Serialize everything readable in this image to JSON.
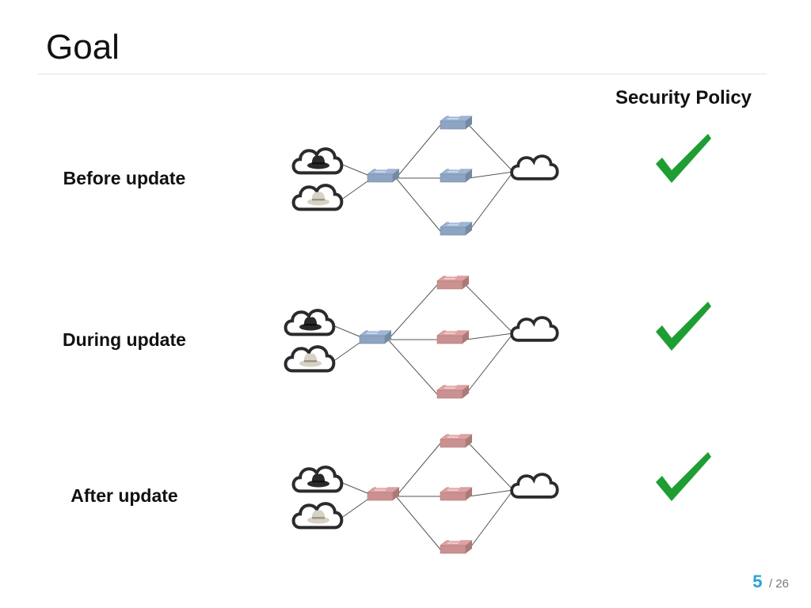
{
  "slide": {
    "title": "Goal",
    "policy_header": "Security Policy",
    "rows": [
      {
        "label": "Before update",
        "middle_state": "old",
        "leaf_state": "old",
        "policy_ok": true
      },
      {
        "label": "During update",
        "middle_state": "old",
        "leaf_state": "new",
        "policy_ok": true
      },
      {
        "label": "After update",
        "middle_state": "new",
        "leaf_state": "new",
        "policy_ok": true
      }
    ],
    "page_number": "5",
    "page_total": "/ 26"
  },
  "colors": {
    "old_switch": "#9db6d8",
    "new_switch": "#e2a1a1",
    "check": "#1e9e32",
    "link": "#555555"
  },
  "icons": [
    "cloud-icon",
    "black-hat-icon",
    "white-hat-icon",
    "switch-icon",
    "checkmark-icon"
  ]
}
